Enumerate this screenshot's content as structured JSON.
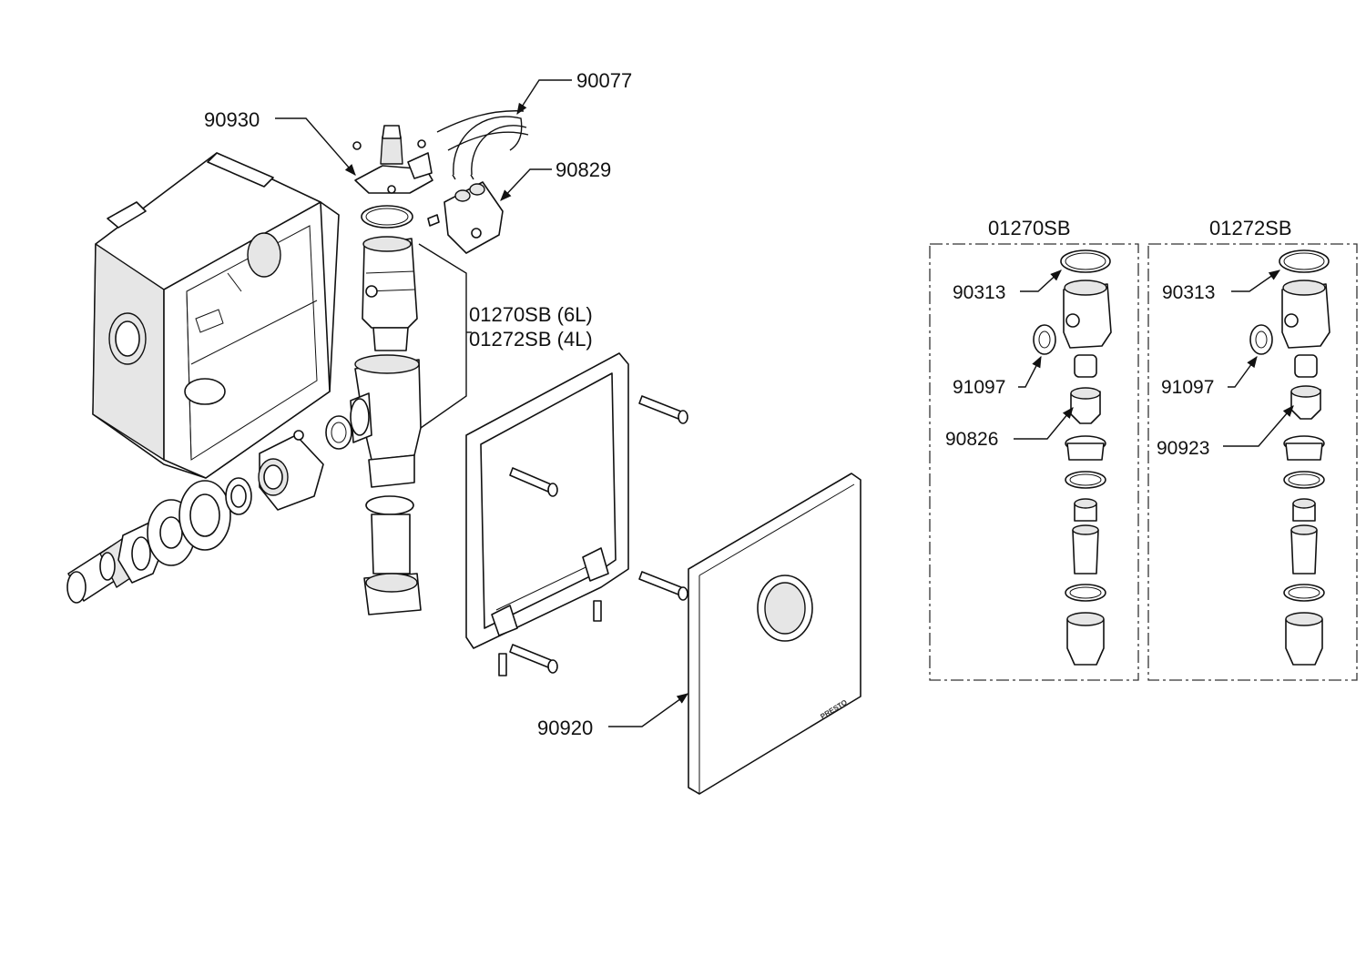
{
  "callouts": {
    "p90077": "90077",
    "p90930": "90930",
    "p90829": "90829",
    "assembly_6l": "01270SB (6L)",
    "assembly_4l": "01272SB (4L)",
    "p90920": "90920"
  },
  "cover_brand": "PRESTO",
  "kit_6l": {
    "title": "01270SB",
    "o_ring": "90313",
    "washer": "91097",
    "piston": "90826"
  },
  "kit_4l": {
    "title": "01272SB",
    "o_ring": "90313",
    "washer": "91097",
    "piston": "90923"
  }
}
